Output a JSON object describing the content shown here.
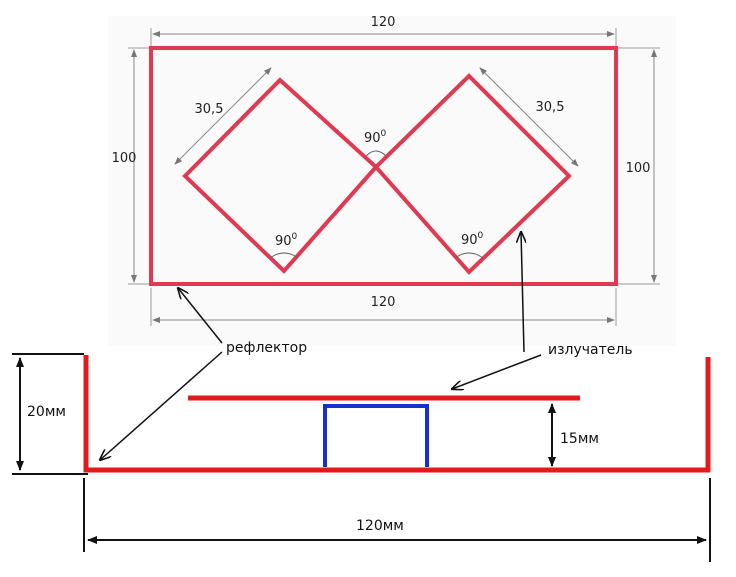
{
  "top_view": {
    "top_width": "120",
    "bottom_width": "120",
    "left_height": "100",
    "right_height": "100",
    "left_side": "30,5",
    "right_side": "30,5",
    "angle_center": "90",
    "angle_left": "90",
    "angle_right": "90",
    "degree_mark": "0"
  },
  "labels": {
    "reflector": "рефлектор",
    "emitter": "излучатель"
  },
  "side_view": {
    "wall_height": "20мм",
    "gap": "15мм",
    "width": "120мм"
  },
  "colors": {
    "element": "#e03a52",
    "reflector_side": "#e01b1b",
    "support": "#1a2fd0",
    "dim_line": "#888888"
  }
}
